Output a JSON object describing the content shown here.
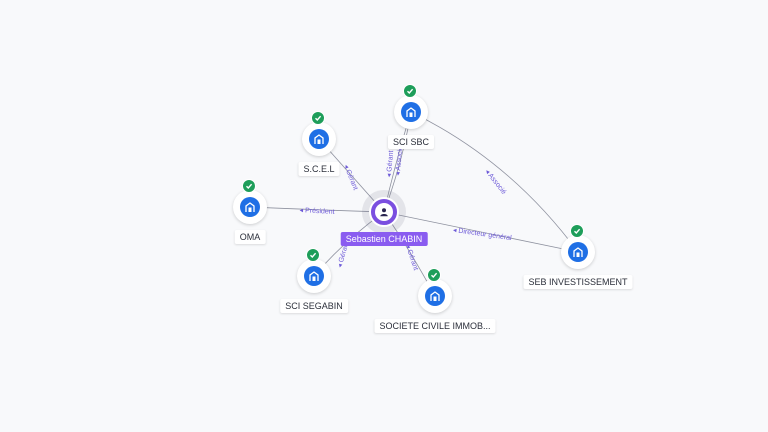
{
  "center": {
    "name": "Sebastien CHABIN"
  },
  "nodes": [
    {
      "id": "sci_sbc",
      "label": "SCI SBC",
      "verified": true
    },
    {
      "id": "scel",
      "label": "S.C.E.L",
      "verified": true
    },
    {
      "id": "oma",
      "label": "OMA",
      "verified": true
    },
    {
      "id": "sci_segabin",
      "label": "SCI SEGABIN",
      "verified": true
    },
    {
      "id": "sci_immob",
      "label": "SOCIETE CIVILE IMMOB...",
      "verified": true
    },
    {
      "id": "seb_invest",
      "label": "SEB INVESTISSEMENT",
      "verified": true
    }
  ],
  "edges": [
    {
      "from": "center",
      "to": "scel",
      "label": "Gérant"
    },
    {
      "from": "center",
      "to": "sci_sbc",
      "label": "Gérant"
    },
    {
      "from": "center",
      "to": "sci_sbc",
      "label": "Associé"
    },
    {
      "from": "center",
      "to": "oma",
      "label": "Président"
    },
    {
      "from": "center",
      "to": "seb_invest",
      "label": "Directeur général"
    },
    {
      "from": "center",
      "to": "sci_segabin",
      "label": "Gérant"
    },
    {
      "from": "center",
      "to": "sci_immob",
      "label": "Gérant"
    },
    {
      "from": "seb_invest",
      "to": "sci_sbc",
      "label": "Associé"
    }
  ],
  "colors": {
    "center": "#7b4fe0",
    "center_label_bg": "#8a5cf0",
    "company": "#1f6fe5",
    "verified": "#1e9e5a",
    "edge": "#6b6f80",
    "edge_label": "#6d5ad8"
  },
  "icons": {
    "company": "building-icon",
    "person": "person-icon",
    "verified": "check-icon"
  }
}
